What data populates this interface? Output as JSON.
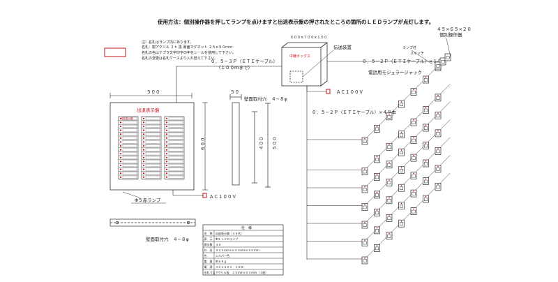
{
  "header": {
    "usage": "使用方法：個別操作器を押してランプを点けますと出退表示盤の押されたところの箇所のＬＥＤランプが点灯します。"
  },
  "notes": [
    "注）名札はランプ内にあります。",
    "名札：樹アクリル ３ｔ 黒 裏面マグネット ２５×５０ｍｍ",
    "名札の色はテプラ文字印字の中をシールを使用して下さい。",
    "名札の変更は名札ケースより入れ替えて下さい。"
  ],
  "board": {
    "title": "出退表示盤",
    "col_head": "名前表示欄",
    "width_label": "５００",
    "height_label": "６００",
    "lamp_label": "Φ５赤ランプ",
    "ac_label": "ＡＣ１００Ｖ",
    "side_depth": "５０",
    "mount_hole_label": "壁面取付穴　４−８φ",
    "side_h1": "４００",
    "side_h2": "５００",
    "bottom_hole_label": "壁面取付穴　４−８φ"
  },
  "junction": {
    "size": "６００×７００×１００",
    "name": "中継ボックス",
    "device_label": "伝送装置",
    "ac_label": "ＡＣ１００Ｖ"
  },
  "cables": {
    "to_board": "０．５−３Ｐ（ＥＴＩケーブル）",
    "to_board_len": "（１００ｍまで）",
    "to_switch_1": "０．５−２Ｐ（ＥＴＩケーブル）×１０本",
    "to_switch_48": "０．５−２Ｐ（ＥＴＩケーブル）×４８本"
  },
  "operator": {
    "size": "４５×６５×２０",
    "name": "個別操作器",
    "lamp": "ランプ付",
    "switch": "スイッチ",
    "jack": "電話用モジュラージャック"
  },
  "spec": {
    "header": "仕　様",
    "rows": [
      [
        "名　称",
        "出退表示盤（４８名）"
      ],
      [
        "表　示",
        "Φ５ ＬＥＤランプ"
      ],
      [
        "表示数",
        "４８"
      ],
      [
        "外　形",
        "５００ｍｍ×６００ｍｍ×５０ｍｍ"
      ],
      [
        "色",
        "シルバー色"
      ],
      [
        "重　量",
        "約６Ｋｇ"
      ],
      [
        "電　源",
        "ＡＣ１００Ｖ　１０Ｗ"
      ],
      [
        "名札寸法",
        "アクリル板　２５ｍｍ×５０ｍｍ（１枚）"
      ]
    ]
  },
  "colors": {
    "line": "#2a2a2a",
    "accent": "#c0141c"
  },
  "rows_per_column": 16,
  "columns": 3,
  "switch_rows": 7,
  "switch_cols": 7
}
